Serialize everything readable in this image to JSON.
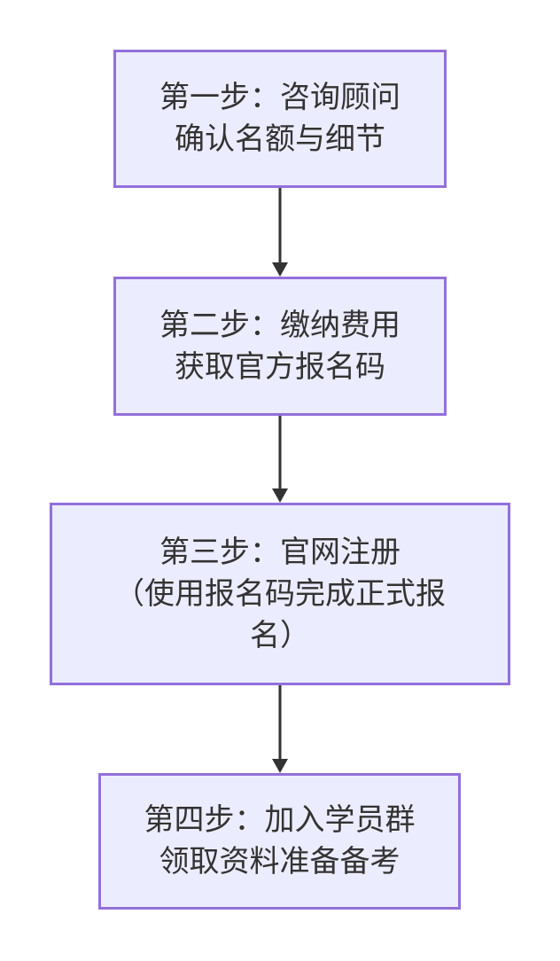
{
  "canvas": {
    "background": "#ffffff"
  },
  "flowchart": {
    "type": "flowchart",
    "direction": "top-down",
    "node_fill": "#ececff",
    "node_border": "#9370db",
    "text_color": "#333333",
    "connector_color": "#333333",
    "steps": [
      {
        "name": "step-1",
        "lines": [
          "第一步：咨询顾问",
          "确认名额与细节"
        ]
      },
      {
        "name": "step-2",
        "lines": [
          "第二步：缴纳费用",
          "获取官方报名码"
        ]
      },
      {
        "name": "step-3",
        "lines": [
          "第三步：官网注册",
          "（使用报名码完成正式报",
          "名）"
        ]
      },
      {
        "name": "step-4",
        "lines": [
          "第四步：加入学员群",
          "领取资料准备备考"
        ]
      }
    ],
    "connections": [
      {
        "from": "step-1",
        "to": "step-2"
      },
      {
        "from": "step-2",
        "to": "step-3"
      },
      {
        "from": "step-3",
        "to": "step-4"
      }
    ]
  }
}
